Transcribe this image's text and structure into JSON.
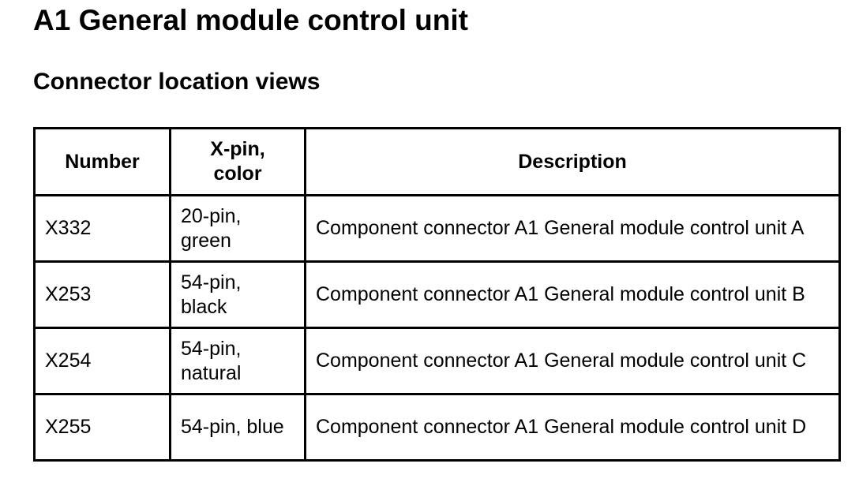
{
  "page": {
    "title": "A1 General module control unit",
    "section_title": "Connector location views"
  },
  "table": {
    "headers": {
      "number": "Number",
      "xpin_color": "X-pin,\ncolor",
      "description": "Description"
    },
    "rows": [
      {
        "number": "X332",
        "xpin_color": "20-pin,\ngreen",
        "description": "Component connector A1 General module control unit A"
      },
      {
        "number": "X253",
        "xpin_color": "54-pin,\nblack",
        "description": "Component connector A1 General module control unit B"
      },
      {
        "number": "X254",
        "xpin_color": "54-pin,\nnatural",
        "description": "Component connector A1 General module control unit C"
      },
      {
        "number": "X255",
        "xpin_color": "54-pin, blue",
        "description": "Component connector A1 General module control unit D"
      }
    ]
  }
}
